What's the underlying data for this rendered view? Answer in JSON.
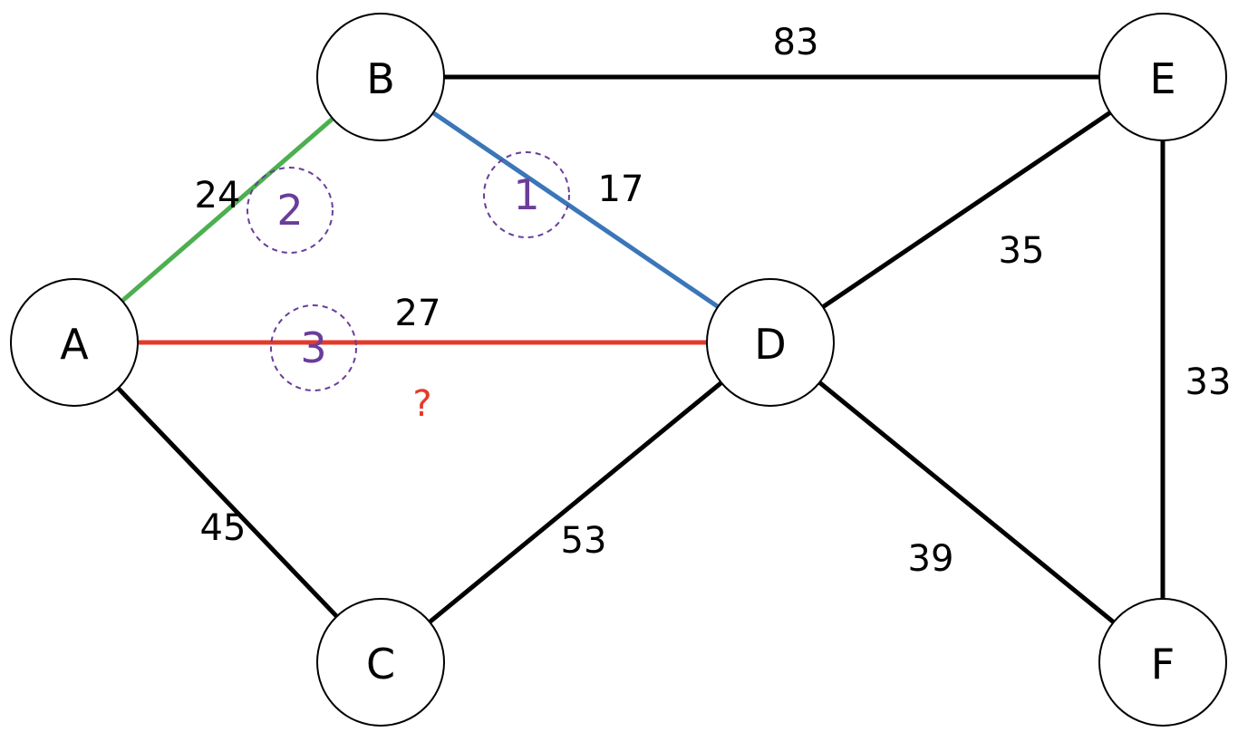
{
  "nodes": [
    {
      "id": "A",
      "label": "A"
    },
    {
      "id": "B",
      "label": "B"
    },
    {
      "id": "C",
      "label": "C"
    },
    {
      "id": "D",
      "label": "D"
    },
    {
      "id": "E",
      "label": "E"
    },
    {
      "id": "F",
      "label": "F"
    }
  ],
  "edges": [
    {
      "from": "B",
      "to": "E",
      "weight": "83",
      "color": "#000000"
    },
    {
      "from": "A",
      "to": "B",
      "weight": "24",
      "color": "#4caf50",
      "order": "2"
    },
    {
      "from": "B",
      "to": "D",
      "weight": "17",
      "color": "#3a76b8",
      "order": "1"
    },
    {
      "from": "A",
      "to": "D",
      "weight": "27",
      "color": "#e53a2a",
      "order": "3"
    },
    {
      "from": "A",
      "to": "C",
      "weight": "45",
      "color": "#000000"
    },
    {
      "from": "C",
      "to": "D",
      "weight": "53",
      "color": "#000000"
    },
    {
      "from": "D",
      "to": "E",
      "weight": "35",
      "color": "#000000"
    },
    {
      "from": "D",
      "to": "F",
      "weight": "39",
      "color": "#000000"
    },
    {
      "from": "E",
      "to": "F",
      "weight": "33",
      "color": "#000000"
    }
  ],
  "question_mark": {
    "text": "?",
    "color": "#e53a2a"
  },
  "order_marker_color": "#6a3d9a"
}
